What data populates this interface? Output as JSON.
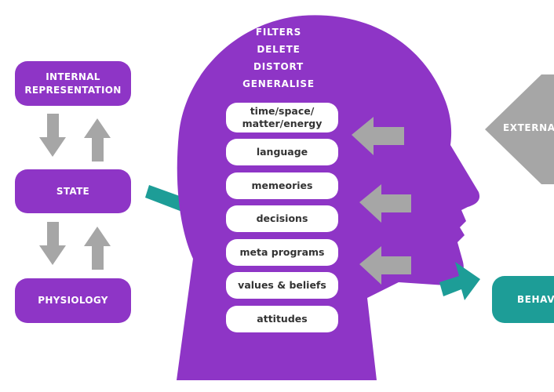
{
  "left_column": {
    "internal_representation": [
      "INTERNAL",
      "REPRESENTATION"
    ],
    "state": "STATE",
    "physiology": "PHYSIOLOGY"
  },
  "head": {
    "title_lines": [
      "FILTERS",
      "DELETE",
      "DISTORT",
      "GENERALISE"
    ],
    "filters": [
      {
        "label": "time/space/\nmatter/energy"
      },
      {
        "label": "language"
      },
      {
        "label": "memeories"
      },
      {
        "label": "decisions"
      },
      {
        "label": "meta programs"
      },
      {
        "label": "values & beliefs"
      },
      {
        "label": "attitudes"
      }
    ],
    "fill_color": "#8e35c6"
  },
  "right_side": {
    "external_label": "EXTERNA",
    "behaviour_label": "BEHAV"
  },
  "colors": {
    "purple": "#8e35c6",
    "teal": "#1d9d97",
    "gray_arrow": "#a6a6a6"
  }
}
